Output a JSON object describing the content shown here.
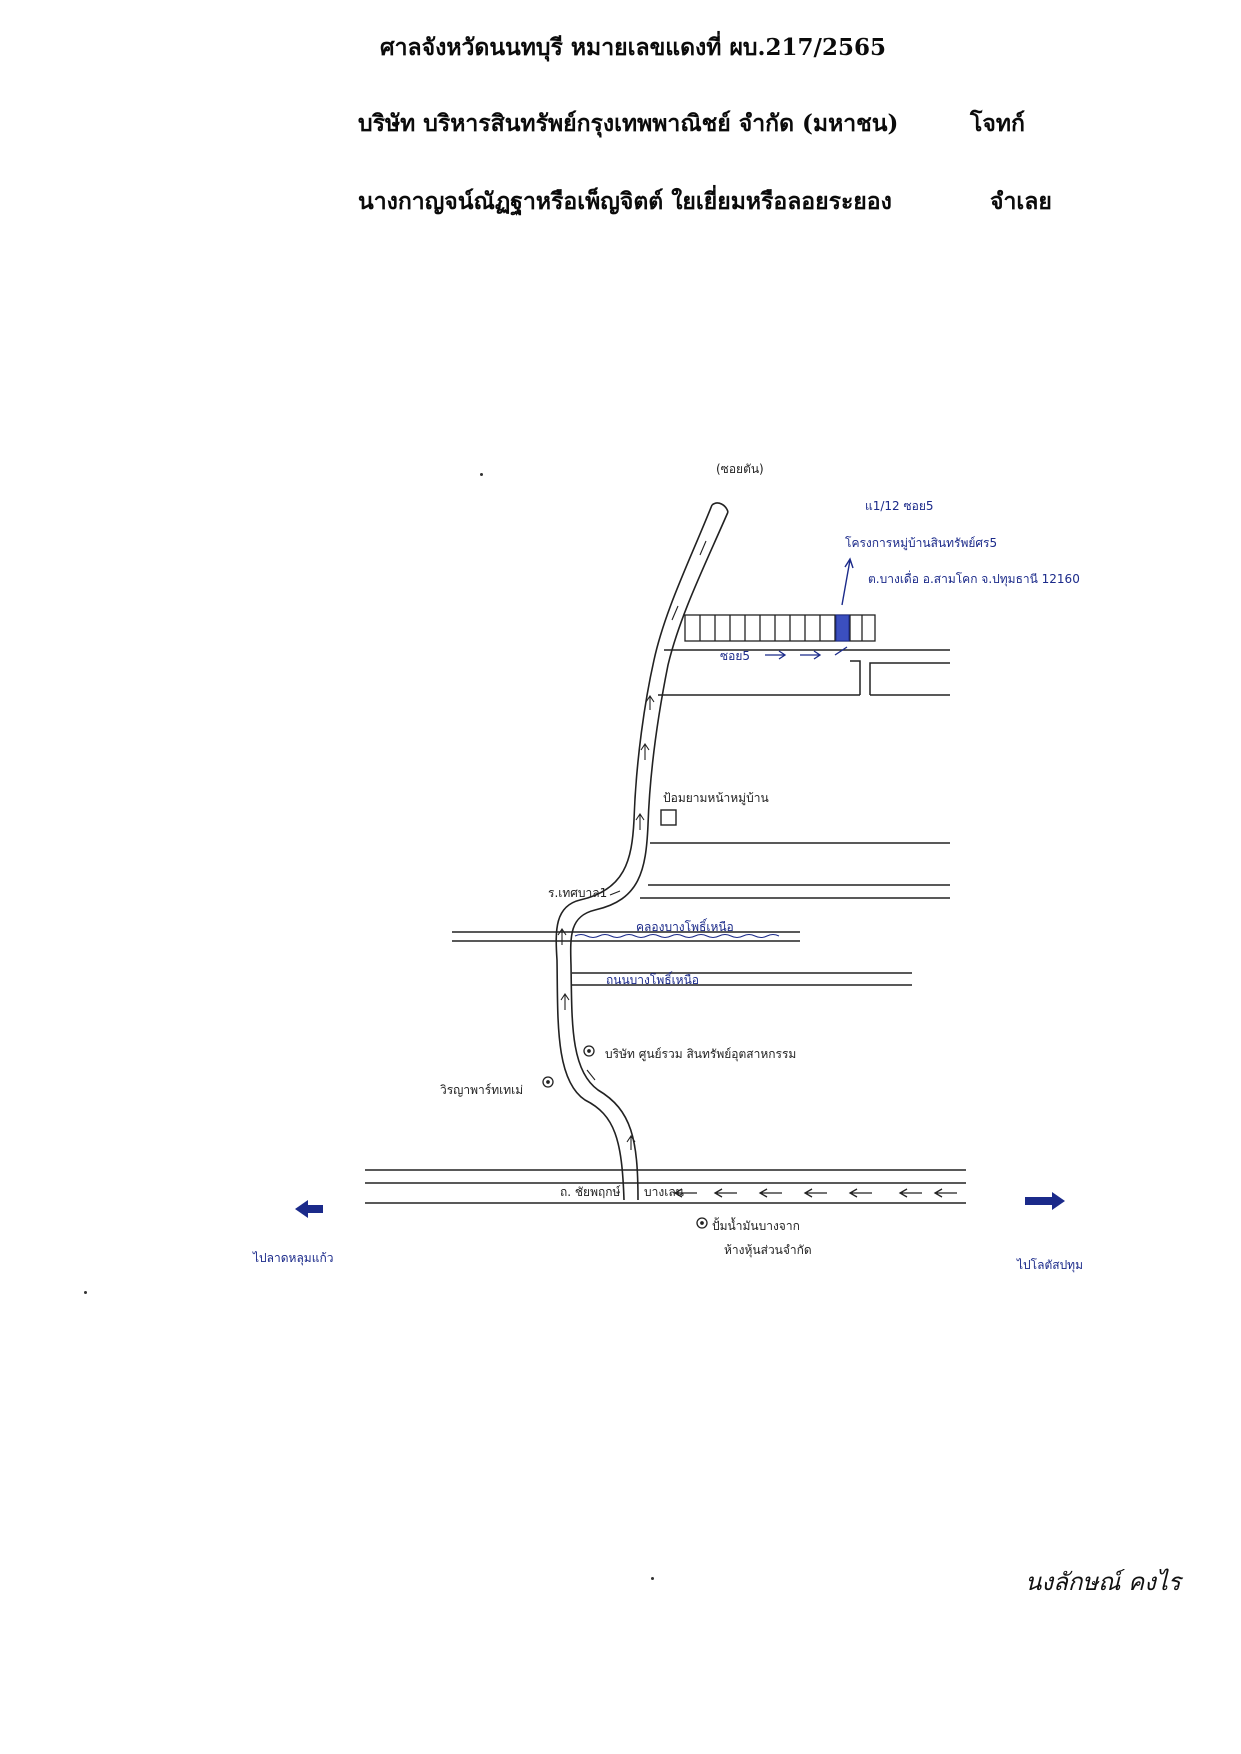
{
  "header": {
    "court_line": "ศาลจังหวัดนนทบุรี  หมายเลขแดงที่ ผบ.217/2565",
    "plaintiff": "บริษัท บริหารสินทรัพย์กรุงเทพพาณิชย์ จำกัด (มหาชน)",
    "plaintiff_role": "โจทก์",
    "defendants": "นางกาญจน์ณัฏฐาหรือเพ็ญจิตต์  ใยเยี่ยมหรือลอยระยอง",
    "defendant_role": "จำเลย"
  },
  "map": {
    "dead_end": "(ซอยตัน)",
    "address_line1": "แ1/12  ซอย5",
    "address_line2": "โครงการหมู่บ้านสินทรัพย์ศร5",
    "address_line3": "ต.บางเดื่อ  อ.สามโคก  จ.ปทุมธานี  12160",
    "soi_label": "ซอย5",
    "guard_house": "ป้อมยามหน้าหมู่บ้าน",
    "temple": "ร.เทศบาล1",
    "canal": "คลองบางโพธิ์เหนือ",
    "road_lower": "ถนนบางโพธิ์เหนือ",
    "company": "บริษัท ศูนย์รวม สินทรัพย์อุตสาหกรรม",
    "shop": "วิรญาพาร์ทเทเม่",
    "main_road_left": "ถ. ชัยพฤกษ์",
    "main_road_right": "บางเลน",
    "gas_station_line1": "ปั้มน้ำมันบางจาก",
    "gas_station_line2": "ห้างหุ้นส่วนจำกัด",
    "left_direction": "ไปลาดหลุมแก้ว",
    "right_direction": "ไปโลตัสปทุม"
  },
  "signature": "นงลักษณ์ คงไร"
}
